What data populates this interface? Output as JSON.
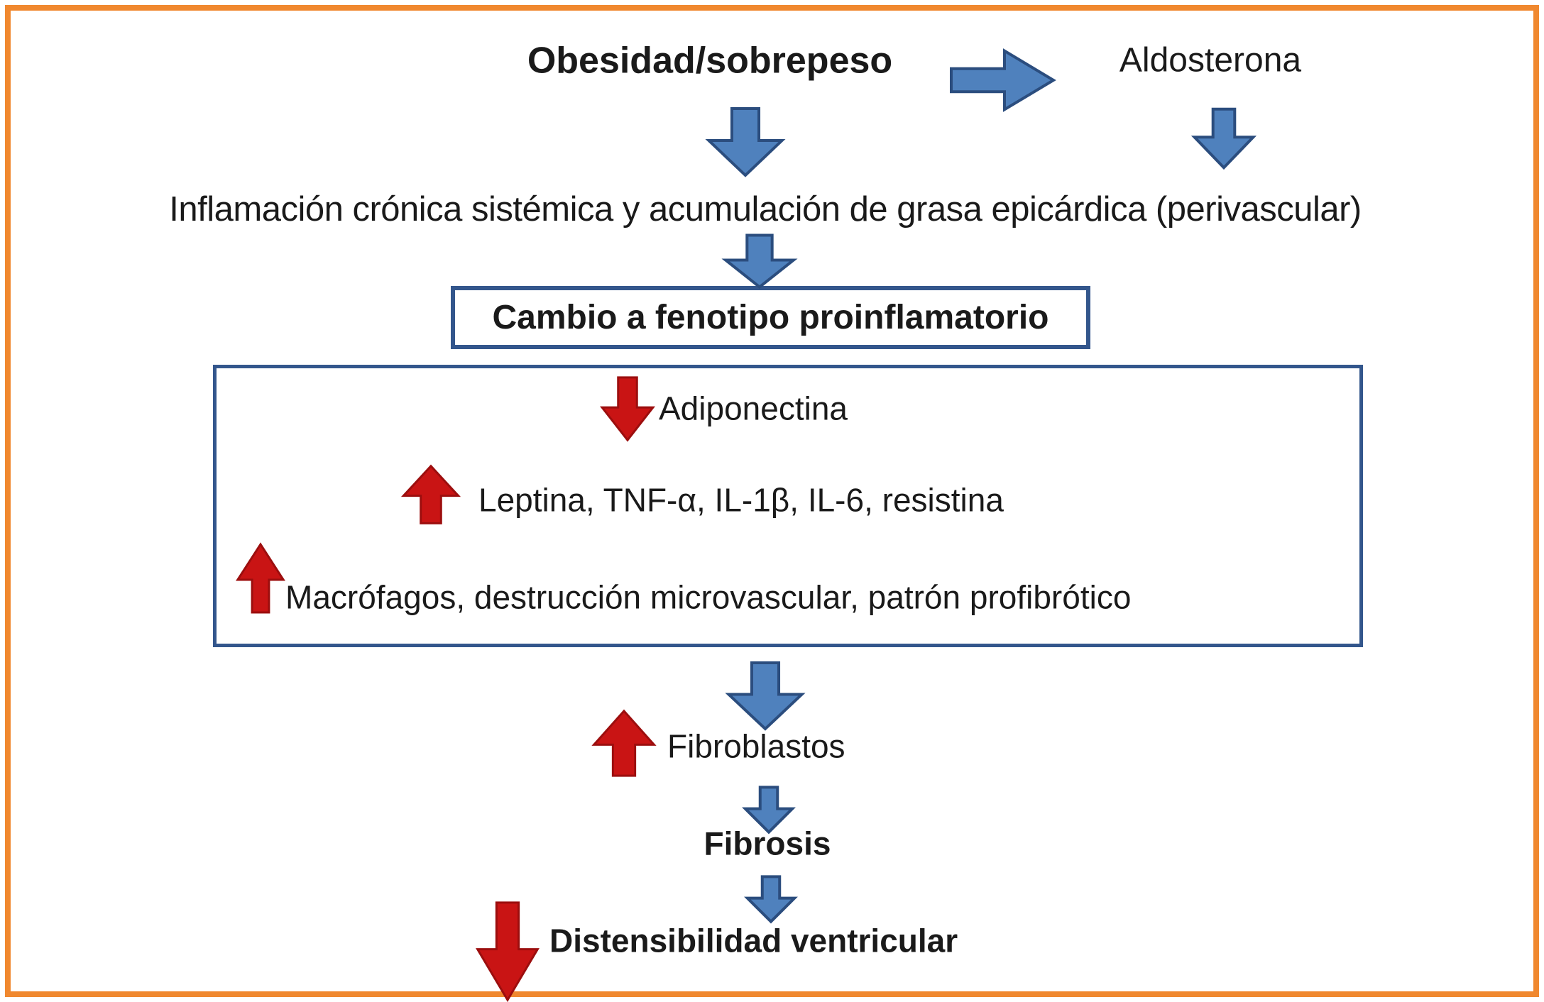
{
  "figure": {
    "type": "flowchart",
    "language": "es",
    "nodes": {
      "obesidad": "Obesidad/sobrepeso",
      "aldosterona": "Aldosterona",
      "inflamacion": "Inflamación crónica sistémica y acumulación de grasa epicárdica (perivascular)",
      "cambio_fenotipo": "Cambio a fenotipo proinflamatorio",
      "adiponectina": "Adiponectina",
      "leptina": "Leptina, TNF-α, IL-1β, IL-6, resistina",
      "macrofagos": "Macrófagos, destrucción microvascular, patrón profibrótico",
      "fibroblastos": "Fibroblastos",
      "fibrosis": "Fibrosis",
      "distensibilidad": "Distensibilidad ventricular"
    },
    "arrows": [
      {
        "id": "obesidad-to-aldosterona",
        "dir": "right",
        "color": "blue"
      },
      {
        "id": "obesidad-to-inflamacion",
        "dir": "down",
        "color": "blue"
      },
      {
        "id": "aldosterona-to-inflamacion",
        "dir": "down",
        "color": "blue"
      },
      {
        "id": "inflamacion-to-cambio",
        "dir": "down",
        "color": "blue"
      },
      {
        "id": "adiponectina-decrease",
        "dir": "down",
        "color": "red"
      },
      {
        "id": "leptina-increase",
        "dir": "up",
        "color": "red"
      },
      {
        "id": "macrofagos-increase",
        "dir": "up",
        "color": "red"
      },
      {
        "id": "box-to-fibroblastos",
        "dir": "down",
        "color": "blue"
      },
      {
        "id": "fibroblastos-increase",
        "dir": "up",
        "color": "red"
      },
      {
        "id": "fibroblastos-to-fibrosis",
        "dir": "down",
        "color": "blue"
      },
      {
        "id": "fibrosis-to-distensibilidad",
        "dir": "down",
        "color": "blue"
      },
      {
        "id": "distensibilidad-decrease",
        "dir": "down",
        "color": "red"
      }
    ]
  },
  "colors": {
    "frame": "#F0882F",
    "blue_fill": "#4F81BD",
    "blue_stroke": "#2B4D7E",
    "red_fill": "#C91414",
    "red_stroke": "#9C0E0E",
    "box_border": "#33568C",
    "text": "#1A1A1A",
    "background": "#FFFFFF"
  }
}
